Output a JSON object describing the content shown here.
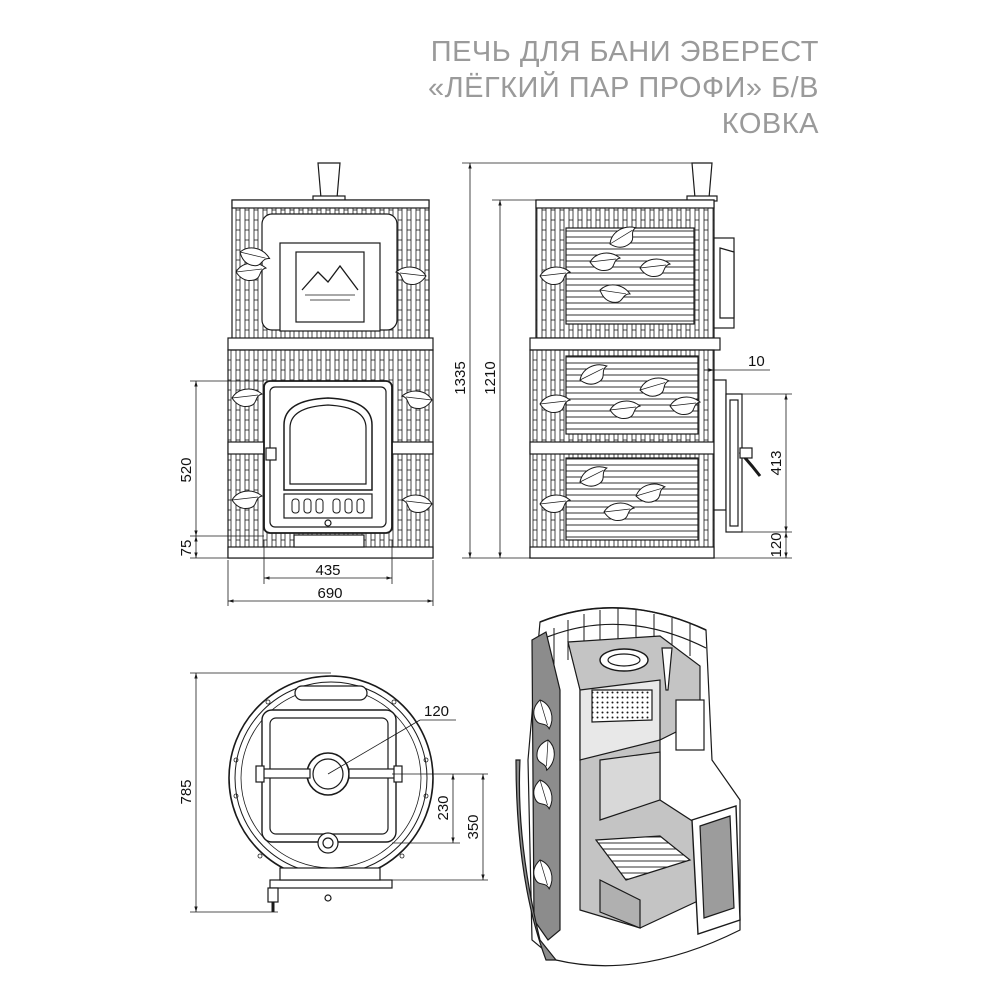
{
  "title": {
    "line1": "ПЕЧЬ ДЛЯ БАНИ ЭВЕРЕСТ",
    "line2": "«ЛЁГКИЙ ПАР ПРОФИ» Б/В",
    "line3": "КОВКА"
  },
  "dimensions": {
    "front_height_door": "520",
    "front_base": "75",
    "front_door_width": "435",
    "front_total_width": "690",
    "total_height": "1335",
    "body_height": "1210",
    "side_offset": "10",
    "side_door_height": "413",
    "side_base": "120",
    "top_total_depth": "785",
    "top_pipe": "120",
    "top_offset_a": "230",
    "top_offset_b": "350"
  },
  "colors": {
    "line": "#1a1a1a",
    "title": "#9a9a9a",
    "cut_fill": "#b8b8b8"
  }
}
